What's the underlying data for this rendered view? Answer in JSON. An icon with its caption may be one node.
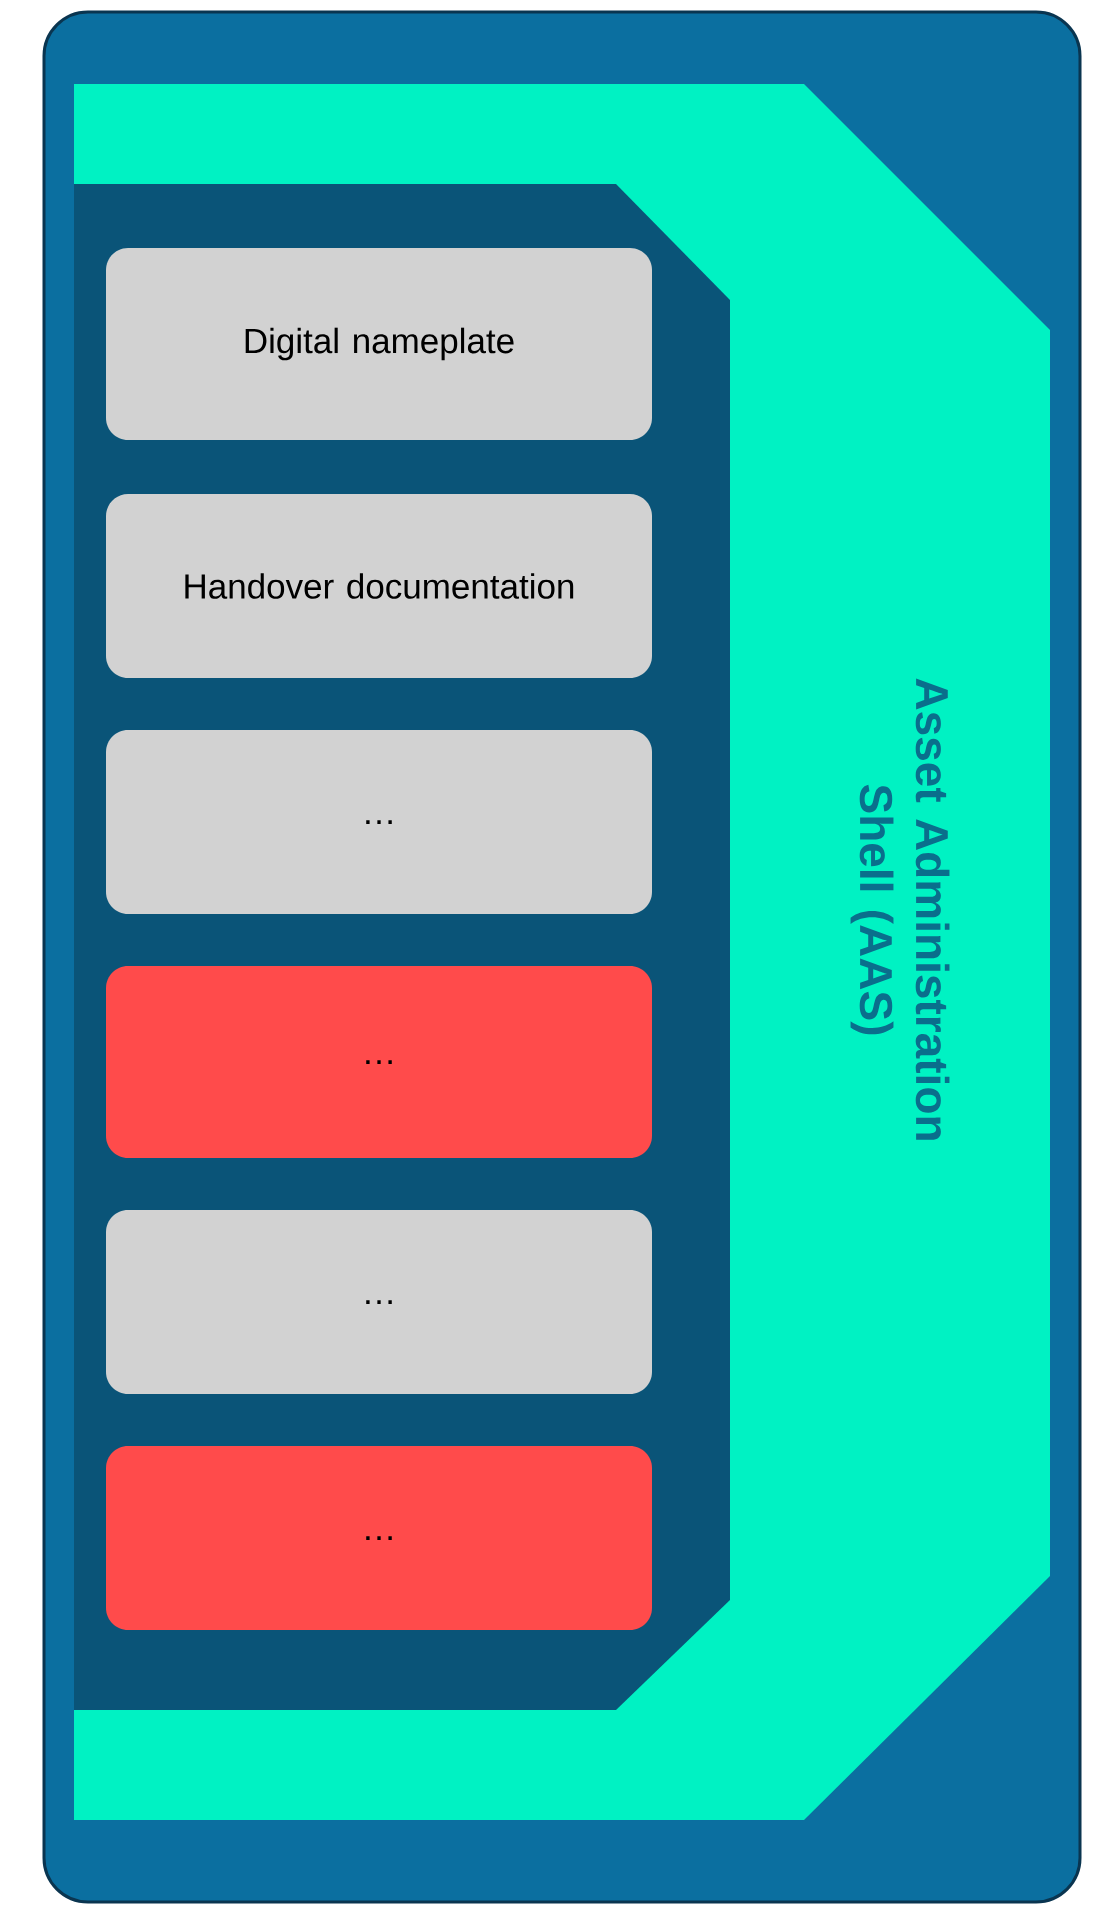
{
  "diagram": {
    "nodes": [
      {
        "text": [
          "Asset Administration Shell (AAS)"
        ]
      },
      {
        "text": [],
        "shape": "box",
        "in": 0
      },
      {
        "text": [
          "Digital nameplate"
        ],
        "in": 1
      },
      {
        "text": [
          "Handover documentation"
        ],
        "in": 1
      },
      {
        "text": [
          "…"
        ],
        "in": 1
      },
      {
        "text": [
          "…"
        ],
        "in": 1
      },
      {
        "text": [
          "…"
        ],
        "in": 1
      },
      {
        "text": [
          "…"
        ],
        "in": 1
      }
    ]
  }
}
